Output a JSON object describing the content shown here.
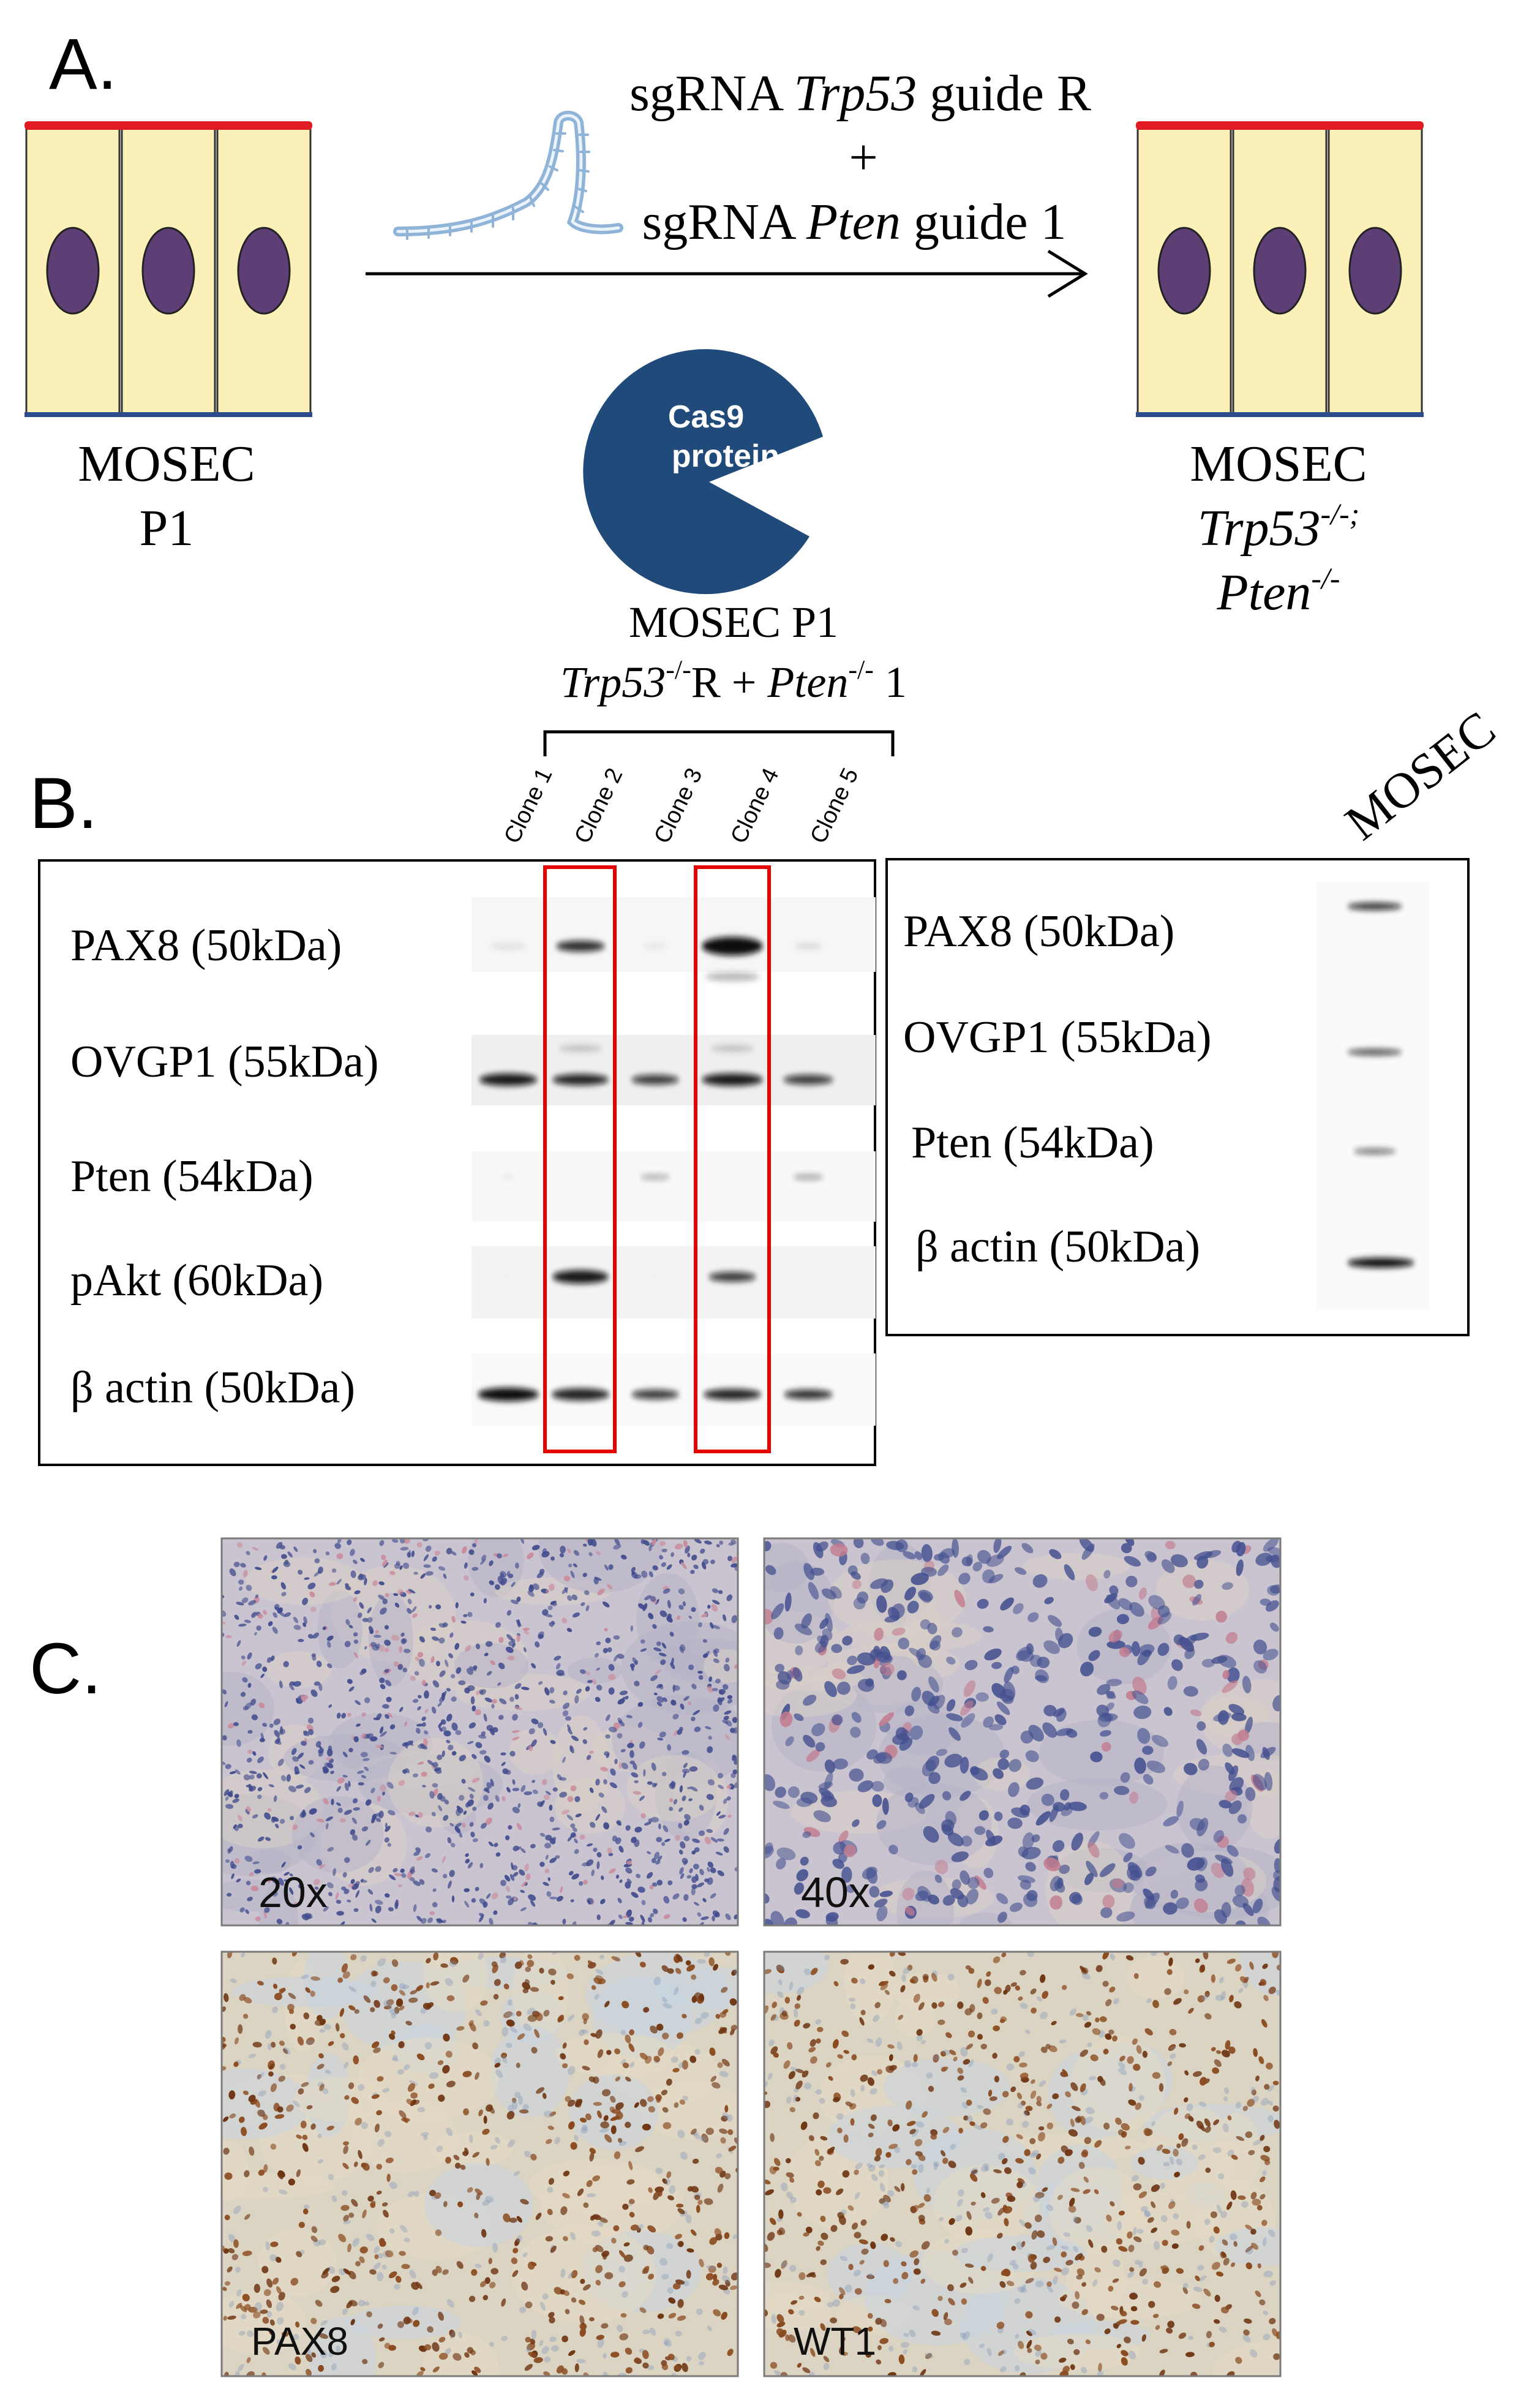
{
  "panels": {
    "a": {
      "letter": "A.",
      "reagent_line1_pre": "sgRNA ",
      "reagent_line1_gene": "Trp53",
      "reagent_line1_post": " guide R",
      "reagent_plus": "+",
      "reagent_line2_pre": "sgRNA ",
      "reagent_line2_gene": "Pten",
      "reagent_line2_post": " guide 1",
      "cas9_line1": "Cas9",
      "cas9_line2": "protein",
      "left_label_line1": "MOSEC",
      "left_label_line2": "P1",
      "right_label_line1": "MOSEC",
      "right_gene1": "Trp53",
      "right_gene1_sup": "-/-;",
      "right_gene2": "Pten",
      "right_gene2_sup": "-/-"
    },
    "b": {
      "letter": "B.",
      "group_line1": "MOSEC P1",
      "group_gene1": "Trp53",
      "group_sup1": "-/-",
      "group_mid": "R + ",
      "group_gene2": "Pten",
      "group_sup2": "-/-",
      "group_end": " 1",
      "clones": [
        "Clone 1",
        "Clone 2",
        "Clone 3",
        "Clone 4",
        "Clone 5"
      ],
      "left_blot_labels": [
        "PAX8 (50kDa)",
        "OVGP1 (55kDa)",
        "Pten (54kDa)",
        "pAkt (60kDa)",
        "β actin (50kDa)"
      ],
      "right_blot_title": "MOSEC",
      "right_blot_labels": [
        "PAX8 (50kDa)",
        "OVGP1 (55kDa)",
        "Pten (54kDa)",
        "β actin (50kDa)"
      ]
    },
    "c": {
      "letter": "C.",
      "images": [
        {
          "label": "20x",
          "stain": "he-low"
        },
        {
          "label": "40x",
          "stain": "he-high"
        },
        {
          "label": "PAX8",
          "stain": "ihc"
        },
        {
          "label": "WT1",
          "stain": "ihc"
        }
      ]
    }
  },
  "colors": {
    "cell_fill": "#fbf1b8",
    "nucleus": "#5e3f75",
    "apical": "#e11b22",
    "basal": "#2b4b8a",
    "cas9": "#1f4a7a",
    "sgrna": "#8fb4d8",
    "highlight_box": "#e60000"
  }
}
